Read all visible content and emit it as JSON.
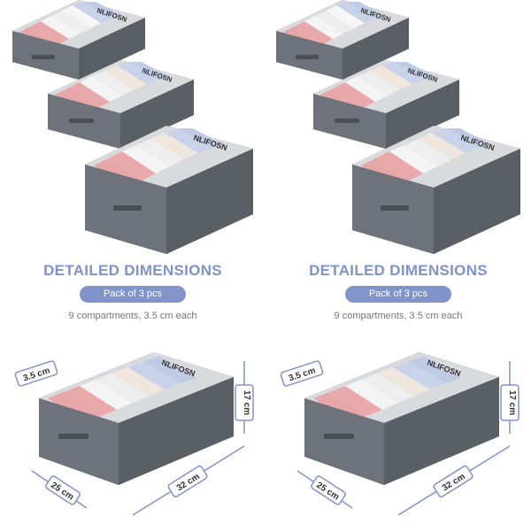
{
  "panels": [
    {
      "heading": "DETAILED DIMENSIONS",
      "pack_label": "Pack of 3 pcs",
      "compartments_text": "9 compartments, 3.5 cm each",
      "tag_small": "3.5 cm",
      "tag_height": "17 cm",
      "tag_width": "25 cm",
      "tag_length": "32 cm",
      "brand_text": "NLIFOSN"
    },
    {
      "heading": "DETAILED DIMENSIONS",
      "pack_label": "Pack of 3 pcs",
      "compartments_text": "9 compartments, 3.5 cm each",
      "tag_small": "3.5 cm",
      "tag_height": "17 cm",
      "tag_width": "25 cm",
      "tag_length": "32 cm",
      "brand_text": "NLIFOSN"
    }
  ],
  "colors": {
    "accent": "#8193c9",
    "heading": "#7f93c8",
    "box_gray": "#6b6f76",
    "box_dark": "#55595f"
  }
}
